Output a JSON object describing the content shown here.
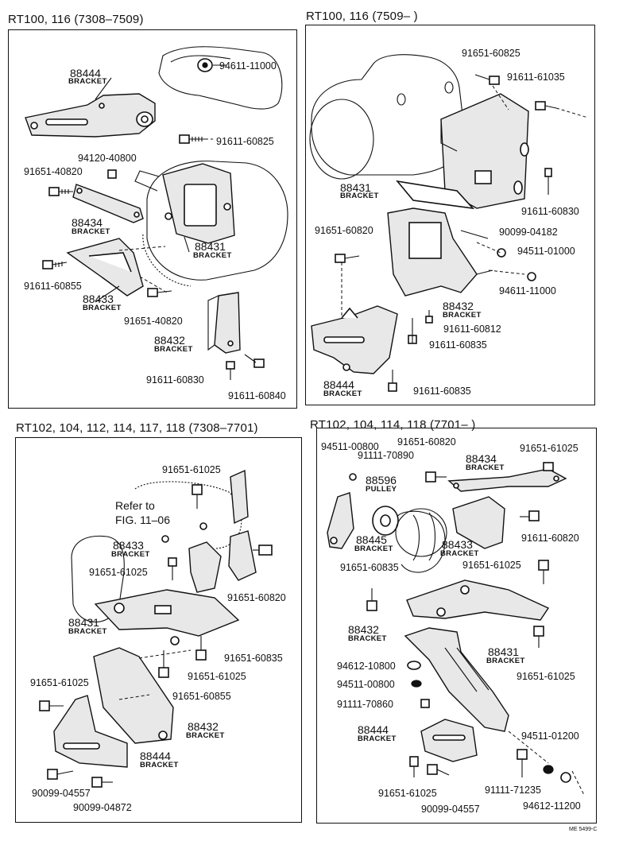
{
  "panels": {
    "p1": {
      "title": "RT100, 116 (7308–7509)",
      "labels": {
        "b88444": "88444",
        "b88444_sub": "BRACKET",
        "n94611_11000": "94611-11000",
        "n91611_60825": "91611-60825",
        "n94120_40800": "94120-40800",
        "n91651_40820a": "91651-40820",
        "b88434": "88434",
        "b88434_sub": "BRACKET",
        "b88431": "88431",
        "b88431_sub": "BRACKET",
        "n91611_60855": "91611-60855",
        "b88433": "88433",
        "b88433_sub": "BRACKET",
        "n91651_40820b": "91651-40820",
        "b88432": "88432",
        "b88432_sub": "BRACKET",
        "n91611_60830": "91611-60830",
        "n91611_60840": "91611-60840"
      }
    },
    "p2": {
      "title": "RT100, 116 (7509–          )",
      "labels": {
        "n91651_60825": "91651-60825",
        "n91611_61035": "91611-61035",
        "b88431": "88431",
        "b88431_sub": "BRACKET",
        "n91611_60830": "91611-60830",
        "n91651_60820": "91651-60820",
        "n90099_04182": "90099-04182",
        "n94511_01000": "94511-01000",
        "n94611_11000": "94611-11000",
        "b88432": "88432",
        "b88432_sub": "BRACKET",
        "n91611_60812": "91611-60812",
        "n91611_60835a": "91611-60835",
        "b88444": "88444",
        "b88444_sub": "BRACKET",
        "n91611_60835b": "91611-60835"
      }
    },
    "p3": {
      "title": "RT102, 104, 112, 114, 117, 118 (7308–7701)",
      "labels": {
        "n91651_61025a": "91651-61025",
        "refer1": "Refer to",
        "refer2": "FIG. 11–06",
        "b88433": "88433",
        "b88433_sub": "BRACKET",
        "n91651_61025b": "91651-61025",
        "n91651_60820": "91651-60820",
        "b88431": "88431",
        "b88431_sub": "BRACKET",
        "n91651_60835": "91651-60835",
        "n91651_61025c": "91651-61025",
        "n91651_61025d": "91651-61025",
        "n91651_60855": "91651-60855",
        "b88432": "88432",
        "b88432_sub": "BRACKET",
        "b88444": "88444",
        "b88444_sub": "BRACKET",
        "n90099_04557": "90099-04557",
        "n90099_04872": "90099-04872"
      }
    },
    "p4": {
      "title": "RT102, 104, 114, 118 (7701–          )",
      "labels": {
        "n94511_00800a": "94511-00800",
        "n91651_60820a": "91651-60820",
        "n91111_70890": "91111-70890",
        "b88434": "88434",
        "b88434_sub": "BRACKET",
        "n91651_61025a": "91651-61025",
        "b88596": "88596",
        "b88596_sub": "PULLEY",
        "n91611_60820": "91611-60820",
        "b88445": "88445",
        "b88445_sub": "BRACKET",
        "b88433": "88433",
        "b88433_sub": "BRACKET",
        "n91651_60835": "91651-60835",
        "n91651_61025b": "91651-61025",
        "b88432": "88432",
        "b88432_sub": "BRACKET",
        "b88431": "88431",
        "b88431_sub": "BRACKET",
        "n94612_10800": "94612-10800",
        "n91651_61025c": "91651-61025",
        "n94511_00800b": "94511-00800",
        "n91111_70860": "91111-70860",
        "b88444": "88444",
        "b88444_sub": "BRACKET",
        "n94511_01200": "94511-01200",
        "n91651_61025d": "91651-61025",
        "n90099_04557": "90099-04557",
        "n91111_71235": "91111-71235",
        "n94612_11200": "94612-11200"
      }
    }
  },
  "footer_code": "ME 5499-C"
}
